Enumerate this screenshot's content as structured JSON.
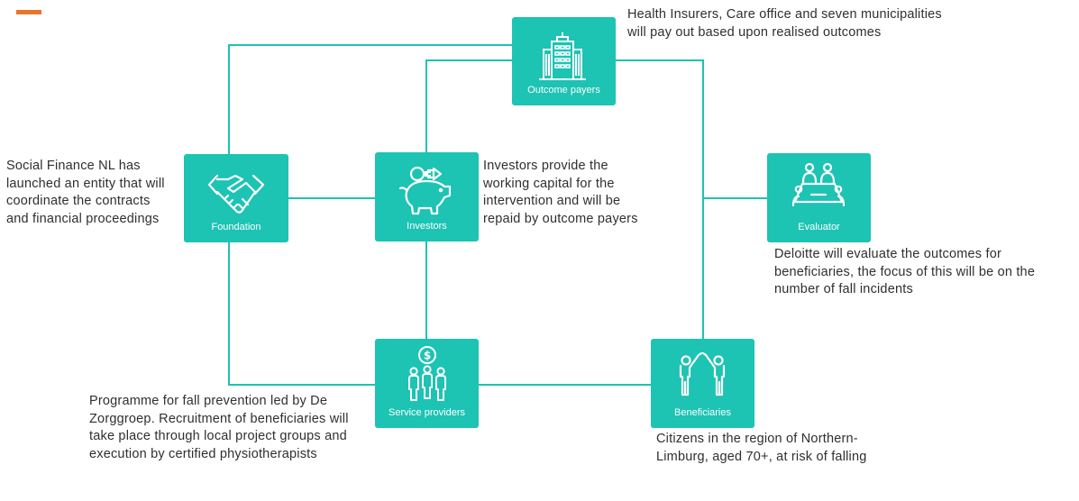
{
  "colors": {
    "teal": "#1dc3b3",
    "line": "#1dc3b3",
    "accent": "#e8752c",
    "text": "#2f2f2f"
  },
  "nodes": {
    "outcome_payers": {
      "label": "Outcome payers",
      "icon": "office-building-icon"
    },
    "foundation": {
      "label": "Foundation",
      "icon": "handshake-icon"
    },
    "investors": {
      "label": "Investors",
      "icon": "piggy-bank-icon"
    },
    "evaluator": {
      "label": "Evaluator",
      "icon": "meeting-table-icon"
    },
    "service_providers": {
      "label": "Service providers",
      "icon": "people-dollar-icon"
    },
    "beneficiaries": {
      "label": "Beneficiaries",
      "icon": "high-five-icon"
    }
  },
  "descriptions": {
    "outcome_payers": "Health Insurers, Care office and seven municipalities\nwill pay out based upon realised outcomes",
    "foundation": "Social Finance NL has\nlaunched an entity that will\ncoordinate the contracts\nand financial proceedings",
    "investors": "Investors provide the\nworking capital for the\nintervention and will be\nrepaid by outcome payers",
    "evaluator": "Deloitte will evaluate the outcomes for\nbeneficiaries, the focus of this will be on the\nnumber of fall incidents",
    "service_providers": "Programme for fall prevention led by De\nZorggroep. Recruitment of beneficiaries will\ntake place through local project groups and\nexecution by certified physiotherapists",
    "beneficiaries": "Citizens in the region of Northern-\nLimburg, aged 70+, at risk of falling"
  }
}
